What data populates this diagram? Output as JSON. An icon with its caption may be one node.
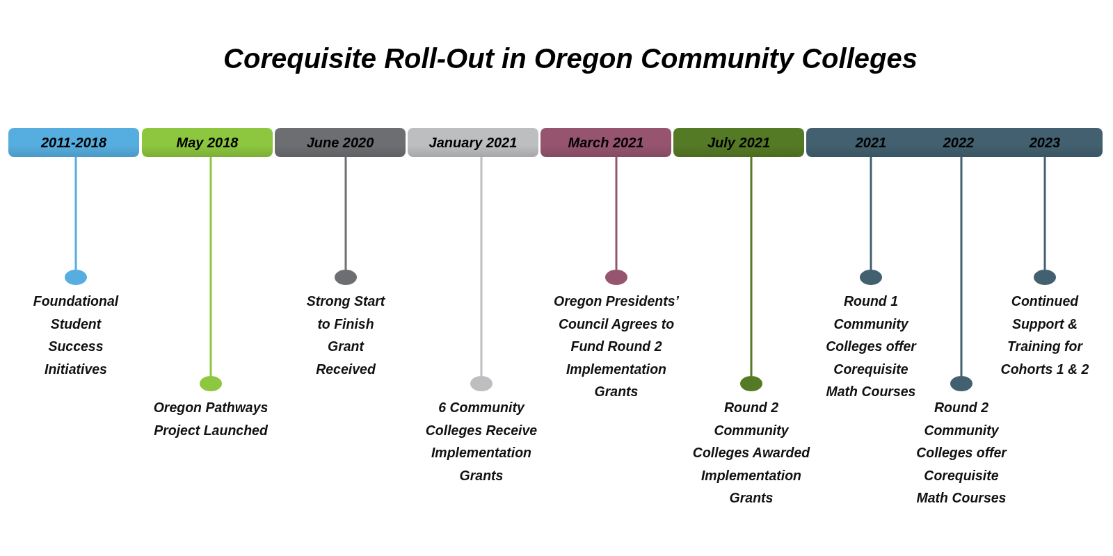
{
  "diagram": {
    "title": "Corequisite Roll-Out in Oregon Community Colleges",
    "nodes": [
      {
        "text": [
          "2011-2018"
        ]
      },
      {
        "text": [
          "May 2018"
        ]
      },
      {
        "text": [
          "June 2020"
        ]
      },
      {
        "text": [
          "January 2021"
        ]
      },
      {
        "text": [
          "March 2021"
        ]
      },
      {
        "text": [
          "July 2021"
        ]
      },
      {
        "text": [],
        "shape": "bar"
      },
      {
        "text": [
          "2021"
        ],
        "in": 6
      },
      {
        "text": [
          "2022"
        ],
        "in": 6
      },
      {
        "text": [
          "2023"
        ],
        "in": 6
      },
      {
        "text": [],
        "shape": "circle",
        "beside": [
          "Foundational Student Success Initiatives"
        ]
      },
      {
        "text": [],
        "shape": "circle",
        "beside": [
          "Oregon Pathways Project Launched"
        ]
      },
      {
        "text": [],
        "shape": "circle",
        "beside": [
          "Strong Start to Finish Grant Received"
        ]
      },
      {
        "text": [],
        "shape": "circle",
        "beside": [
          "6 Community Colleges Receive Implementation Grants"
        ]
      },
      {
        "text": [],
        "shape": "circle",
        "beside": [
          "Oregon Presidents’ Council Agrees to Fund Round 2 Implementation Grants"
        ]
      },
      {
        "text": [],
        "shape": "circle",
        "beside": [
          "Round 2 Community Colleges Awarded Implementation Grants"
        ]
      },
      {
        "text": [],
        "shape": "circle",
        "beside": [
          "Round 1 Community Colleges offer Corequisite Math Courses"
        ]
      },
      {
        "text": [],
        "shape": "circle",
        "beside": [
          "Round 2 Community Colleges offer Corequisite Math Courses"
        ]
      },
      {
        "text": [],
        "shape": "circle",
        "beside": [
          "Continued Support & Training for Cohorts 1 & 2"
        ]
      }
    ],
    "edges": [
      {
        "from": 0,
        "to": 10,
        "arrow": "none",
        "color": "#56aee0"
      },
      {
        "from": 1,
        "to": 11,
        "arrow": "none",
        "color": "#8dc63f"
      },
      {
        "from": 2,
        "to": 12,
        "arrow": "none",
        "color": "#6d6e71"
      },
      {
        "from": 3,
        "to": 13,
        "arrow": "none",
        "color": "#bcbec0"
      },
      {
        "from": 4,
        "to": 14,
        "arrow": "none",
        "color": "#96546f"
      },
      {
        "from": 5,
        "to": 15,
        "arrow": "none",
        "color": "#557a25"
      },
      {
        "from": 7,
        "to": 16,
        "arrow": "none"
      },
      {
        "from": 8,
        "to": 17,
        "arrow": "none"
      },
      {
        "from": 9,
        "to": 18,
        "arrow": "none"
      }
    ]
  }
}
